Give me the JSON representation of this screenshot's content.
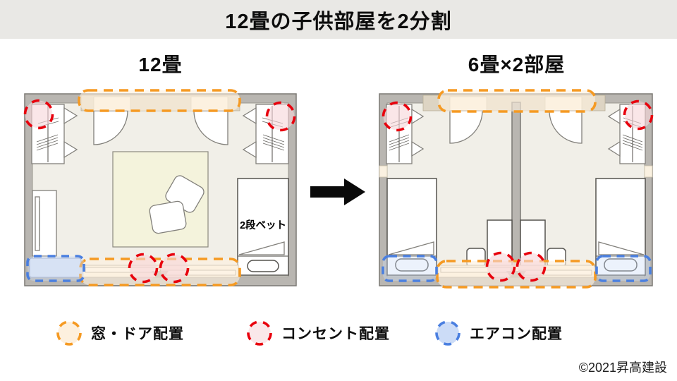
{
  "title": "12畳の子供部屋を2分割",
  "before": {
    "label": "12畳",
    "bed_label": "2段ベット"
  },
  "after": {
    "label": "6畳×2部屋"
  },
  "legend": [
    {
      "name": "window-door",
      "label": "窓・ドア配置"
    },
    {
      "name": "outlet",
      "label": "コンセント配置"
    },
    {
      "name": "aircon",
      "label": "エアコン配置"
    }
  ],
  "copyright": "©2021昇高建設",
  "colors": {
    "orange": "#f59a23",
    "orange_fill": "#fdf0de",
    "red": "#e8000d",
    "red_fill": "#f6d5d8",
    "blue": "#4a7fe0",
    "blue_fill": "#ccdcf7"
  }
}
